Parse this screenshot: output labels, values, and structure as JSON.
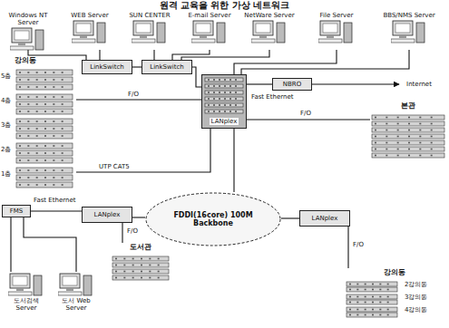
{
  "diagram": {
    "title": "원격 교육을 위한 가상 네트워크",
    "nodes": [
      {
        "text": [
          "Windows NT Server"
        ]
      },
      {
        "text": [
          "WEB Server"
        ]
      },
      {
        "text": [
          "SUN CENTER"
        ]
      },
      {
        "text": [
          "E-mail Server"
        ]
      },
      {
        "text": [
          "NetWare Server"
        ]
      },
      {
        "text": [
          "File Server"
        ]
      },
      {
        "text": [
          "BBS/NMS Server"
        ]
      },
      {
        "text": [
          "LinkSwitch"
        ]
      },
      {
        "text": [
          "LinkSwitch"
        ]
      },
      {
        "text": [
          "LANplex"
        ]
      },
      {
        "text": [
          "NBRO"
        ]
      },
      {
        "text": [
          "Internet"
        ]
      },
      {
        "text": [
          "강의동"
        ]
      },
      {
        "text": [
          "FMS"
        ]
      },
      {
        "text": [
          "LANplex"
        ]
      },
      {
        "text": [
          "LANplex"
        ]
      },
      {
        "text": [
          "FDDI(16core) 100M Backbone"
        ]
      },
      {
        "text": [
          "본관"
        ]
      },
      {
        "text": [
          "도서관"
        ]
      },
      {
        "text": [
          "도서검색 Server"
        ]
      },
      {
        "text": [
          "도서 Web Server"
        ]
      },
      {
        "text": [
          "강의동"
        ]
      }
    ],
    "edges": [
      {
        "from": 0,
        "to": 7,
        "arrow": "none"
      },
      {
        "from": 1,
        "to": 7,
        "arrow": "none"
      },
      {
        "from": 2,
        "to": 8,
        "arrow": "none"
      },
      {
        "from": 3,
        "to": 8,
        "arrow": "none"
      },
      {
        "from": 4,
        "to": 8,
        "arrow": "none"
      },
      {
        "from": 5,
        "to": 9,
        "arrow": "none"
      },
      {
        "from": 6,
        "to": 9,
        "arrow": "none"
      },
      {
        "from": 7,
        "to": 8,
        "arrow": "none"
      },
      {
        "from": 8,
        "to": 9,
        "arrow": "none"
      },
      {
        "from": 9,
        "to": 10,
        "label": "Fast Ethernet",
        "arrow": "none"
      },
      {
        "from": 10,
        "to": 11,
        "arrow": "to"
      },
      {
        "from": 9,
        "to": 17,
        "label": "F/O",
        "arrow": "none"
      },
      {
        "from": 12,
        "to": 9,
        "label": "F/O",
        "arrow": "none"
      },
      {
        "from": 12,
        "to": 9,
        "label": "UTP CAT5",
        "arrow": "none"
      },
      {
        "from": 13,
        "to": 14,
        "label": "Fast Ethernet",
        "arrow": "none"
      },
      {
        "from": 14,
        "to": 16,
        "arrow": "none"
      },
      {
        "from": 15,
        "to": 16,
        "arrow": "none"
      },
      {
        "from": 9,
        "to": 16,
        "arrow": "none"
      },
      {
        "from": 14,
        "to": 18,
        "label": "F/O",
        "arrow": "none"
      },
      {
        "from": 13,
        "to": 19,
        "arrow": "none"
      },
      {
        "from": 13,
        "to": 20,
        "arrow": "none"
      },
      {
        "from": 15,
        "to": 21,
        "label": "F/O",
        "arrow": "none"
      }
    ],
    "labels": [
      "5층",
      "4층",
      "3층",
      "2층",
      "1층",
      "2강의동",
      "3강의동",
      "4강의동"
    ]
  }
}
